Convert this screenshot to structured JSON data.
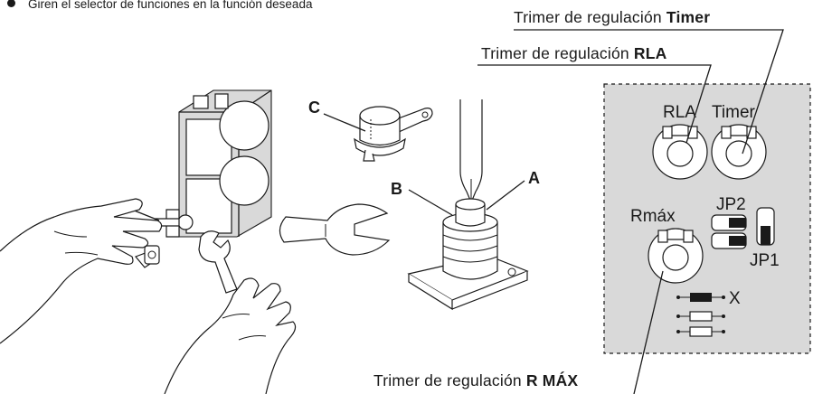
{
  "instruction": "Giren el selector de funciones en la función deseada",
  "callouts": {
    "timer": {
      "prefix": "Trimer de regulación",
      "name": "Timer"
    },
    "rla": {
      "prefix": "Trimer de regulación",
      "name": "RLA"
    },
    "rmax": {
      "prefix": "Trimer de regulación",
      "name": "R MÁX"
    }
  },
  "panel": {
    "background": "#d9d9d9",
    "labels": {
      "rla": "RLA",
      "timer": "Timer",
      "rmax": "Rmáx",
      "jp1": "JP1",
      "jp2": "JP2",
      "x": "X"
    }
  },
  "parts": {
    "a": "A",
    "b": "B",
    "c": "C"
  }
}
